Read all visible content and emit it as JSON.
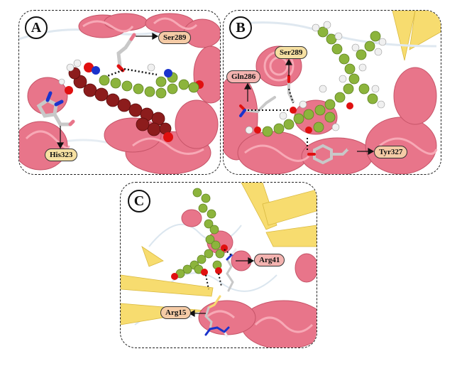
{
  "figure": {
    "panels": [
      {
        "letter": "A",
        "residues": [
          "Ser289",
          "His323"
        ]
      },
      {
        "letter": "B",
        "residues": [
          "Gln286",
          "Ser289",
          "Tyr327"
        ]
      },
      {
        "letter": "C",
        "residues": [
          "Arg41",
          "Arg15"
        ]
      }
    ]
  },
  "colors": {
    "protein_helix": "#e8758a",
    "protein_sheet": "#f7dc6f",
    "ligand_carbon": "#8cb43c",
    "ligand_carbon_dark": "#8c1c1c",
    "oxygen": "#e01010",
    "nitrogen": "#1a33cc",
    "hydrogen": "#f0f0f0",
    "residue_carbon": "#c8c8c8"
  }
}
